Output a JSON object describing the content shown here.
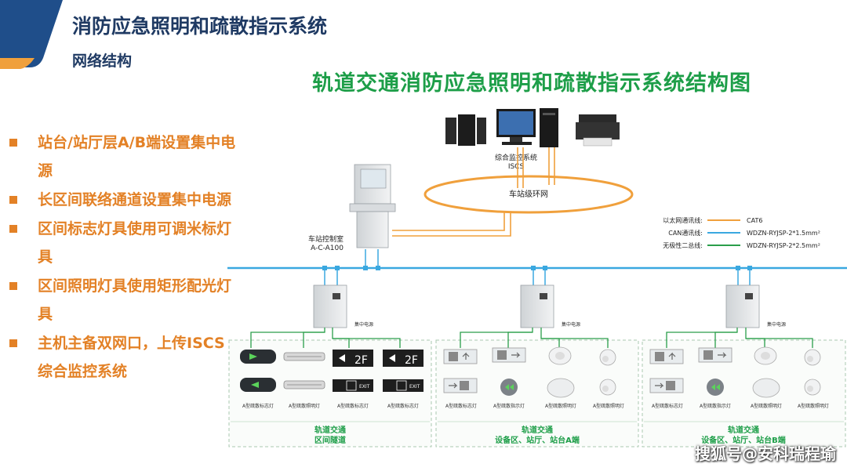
{
  "header": {
    "title": "消防应急照明和疏散指示系统",
    "subtitle": "网络结构"
  },
  "diagram": {
    "title": "轨道交通消防应急照明和疏散指示系统结构图",
    "iscs_label": [
      "综合监控系统",
      "ISCS"
    ],
    "ring_label": "车站级环网",
    "control_room_label": [
      "车站控制室",
      "A-C-A100"
    ],
    "power_label": "集中电源",
    "legend": [
      {
        "name": "以太网通讯线:",
        "value": "CAT6",
        "color": "#f0a03c"
      },
      {
        "name": "CAN通讯线:",
        "value": "WDZN-RYJSP-2*1.5mm²",
        "color": "#3aa8e0"
      },
      {
        "name": "无极性二总线:",
        "value": "WDZN-RYJSP-2*2.5mm²",
        "color": "#2a9e4a"
      }
    ],
    "sign_2f": "2F",
    "sign_exit": "EXIT",
    "zone1": {
      "labels": [
        "A型疏散标志灯",
        "A型疏散照明灯",
        "A型疏散标志灯",
        "A型疏散标志灯"
      ],
      "footer": [
        "轨道交通",
        "区间隧道"
      ]
    },
    "zone2": {
      "labels": [
        "A型疏散标志灯",
        "A型疏散指示灯",
        "A型疏散照明灯",
        "A型疏散照明灯"
      ],
      "footer": [
        "轨道交通",
        "设备区、站厅、站台A端"
      ]
    },
    "zone3": {
      "labels": [
        "A型疏散标志灯",
        "A型疏散指示灯",
        "A型疏散照明灯",
        "A型疏散照明灯"
      ],
      "footer": [
        "轨道交通",
        "设备区、站厅、站台B端"
      ]
    }
  },
  "bullets": [
    "站台/站厅层A/B端设置集中电源",
    "长区间联络通道设置集中电源",
    "区间标志灯具使用可调米标灯具",
    "区间照明灯具使用矩形配光灯具",
    "主机主备双网口，上传ISCS综合监控系统"
  ],
  "watermark": "搜狐号@安科瑞程瑜",
  "colors": {
    "title": "#1f3a63",
    "diagram_title": "#1d9e48",
    "bullet": "#e38126",
    "ethernet": "#f0a03c",
    "can": "#3aa8e0",
    "bus": "#2a9e4a"
  }
}
